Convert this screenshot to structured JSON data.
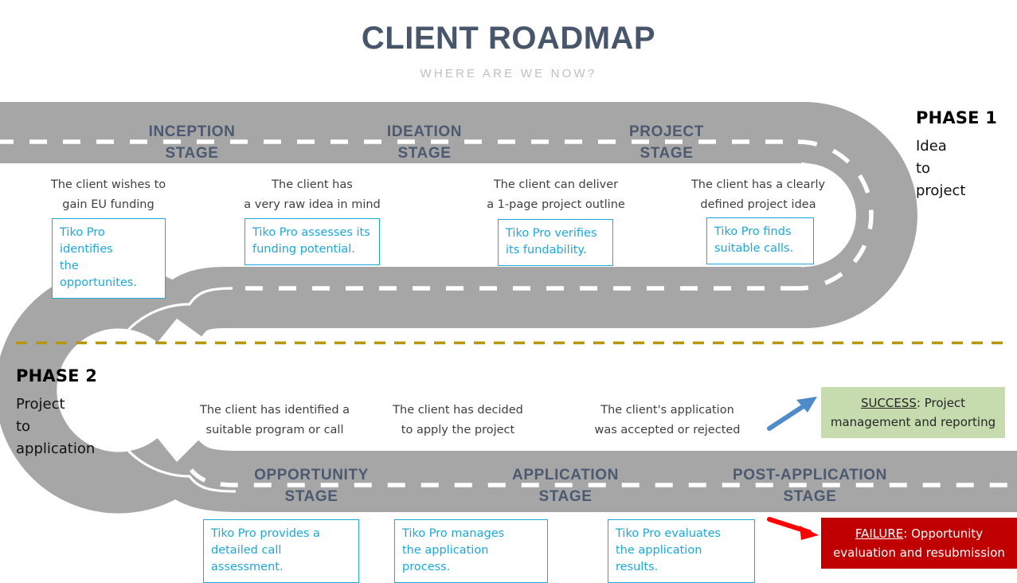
{
  "header": {
    "title": "CLIENT ROADMAP",
    "subtitle": "WHERE ARE WE NOW?"
  },
  "colors": {
    "road": "#A6A6A6",
    "road_dash": "#FFFFFF",
    "phase_divider": "#B8960C",
    "title": "#47566B",
    "subtitle": "#BFBFBF",
    "stage_label": "#4B5A70",
    "accent_cyan": "#1BA8DD",
    "success_bg": "#C6DCAF",
    "failure_bg": "#C00000",
    "arrow_success": "#4F8BC9",
    "arrow_failure": "#FF0000"
  },
  "phases": [
    {
      "id": "phase-1",
      "title": "PHASE 1",
      "subtitle": "Idea\nto\nproject"
    },
    {
      "id": "phase-2",
      "title": "PHASE 2",
      "subtitle": "Project\nto\napplication"
    }
  ],
  "stages": [
    {
      "id": "inception",
      "label": "INCEPTION\nSTAGE",
      "condition": "The client wishes to\ngain EU funding",
      "tiko": "Tiko Pro identifies\nthe opportunites."
    },
    {
      "id": "ideation",
      "label": "IDEATION\nSTAGE",
      "condition": "The client has\na very raw idea in mind",
      "tiko": "Tiko Pro assesses its\nfunding potential."
    },
    {
      "id": "project",
      "label": "PROJECT\nSTAGE",
      "condition": "The client can deliver\na 1-page project outline",
      "tiko": "Tiko Pro verifies\nits fundability."
    },
    {
      "id": "project-end",
      "label": "",
      "condition": "The client has a clearly\ndefined project idea",
      "tiko": "Tiko Pro finds\nsuitable calls."
    },
    {
      "id": "opportunity",
      "label": "OPPORTUNITY\nSTAGE",
      "condition": "The client has identified a\nsuitable program or call",
      "tiko": "Tiko Pro provides a\ndetailed call assessment."
    },
    {
      "id": "application",
      "label": "APPLICATION\nSTAGE",
      "condition": "The client has decided\nto apply the project",
      "tiko": "Tiko Pro manages\nthe application process."
    },
    {
      "id": "post-application",
      "label": "POST-APPLICATION\nSTAGE",
      "condition": "The client's application\nwas accepted or rejected",
      "tiko": "Tiko Pro evaluates\nthe application results."
    }
  ],
  "outcomes": [
    {
      "id": "success",
      "keyword": "SUCCESS",
      "text": ": Project management and reporting"
    },
    {
      "id": "failure",
      "keyword": "FAILURE",
      "text": ": Opportunity evaluation and resubmission"
    }
  ]
}
